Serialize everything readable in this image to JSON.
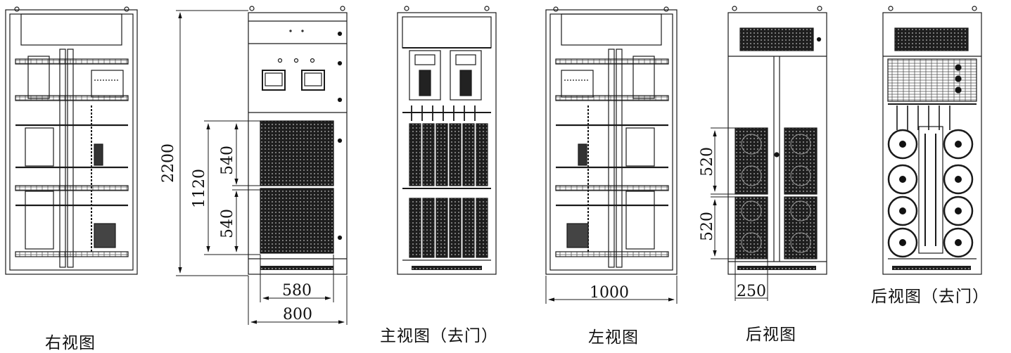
{
  "captions": {
    "right_view": "右视图",
    "front_view_door_removed": "主视图（去门）",
    "left_view": "左视图",
    "rear_view": "后视图",
    "rear_view_door_removed": "后视图（去门）"
  },
  "dimensions": {
    "total_height": "2200",
    "grille_pair_height": "1120",
    "grille_upper": "540",
    "grille_lower": "540",
    "grille_width": "580",
    "cabinet_width": "800",
    "cabinet_depth": "1000",
    "rear_fan_upper": "520",
    "rear_fan_lower": "520",
    "rear_fan_offset": "250"
  }
}
